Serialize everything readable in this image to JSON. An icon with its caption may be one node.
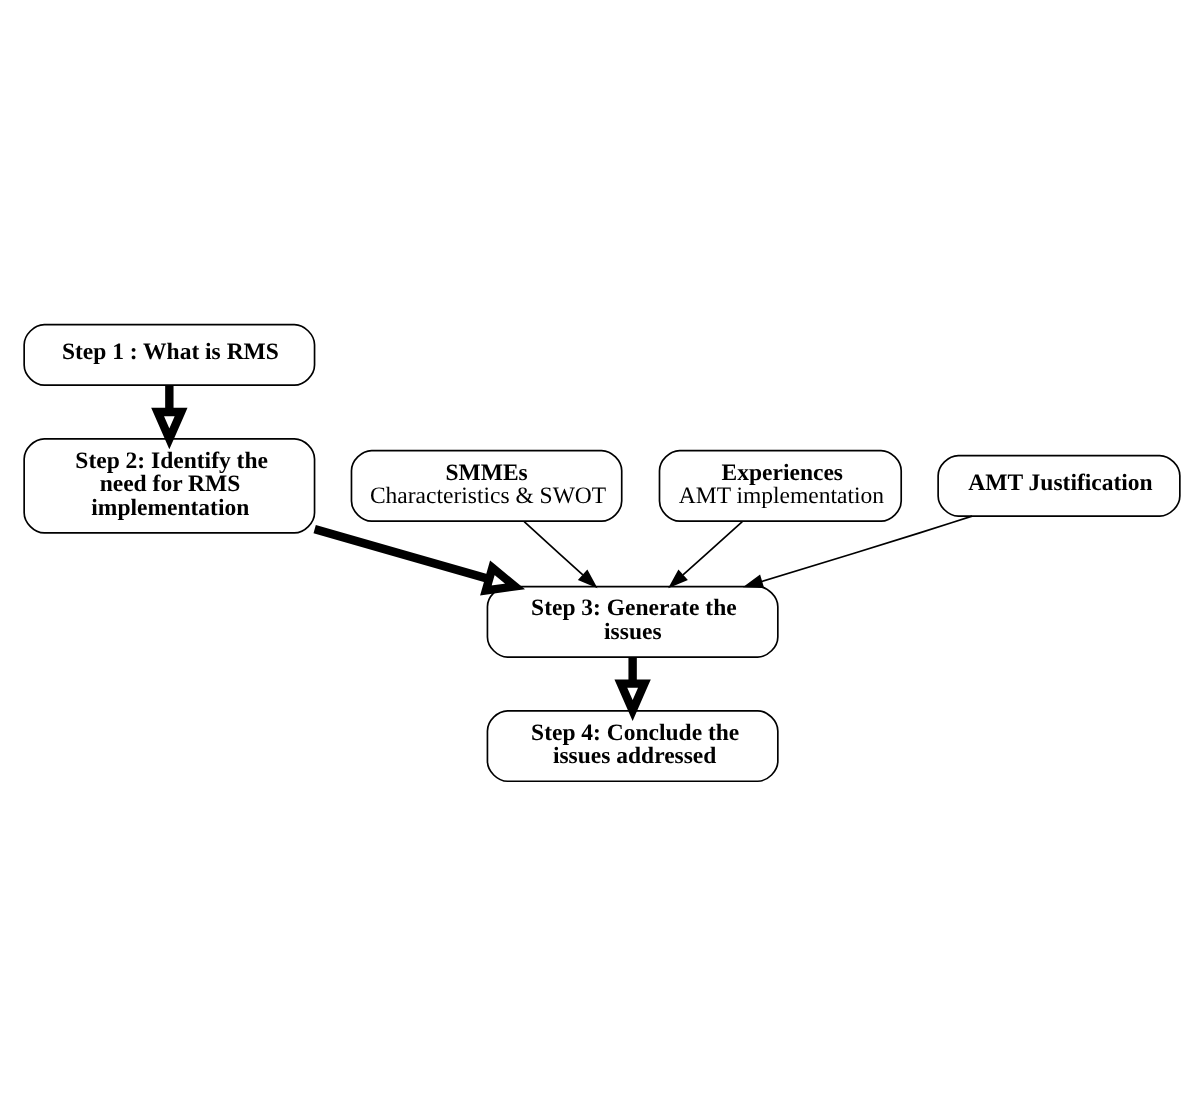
{
  "diagram": {
    "nodes": [
      {
        "text": [
          "Step 1 : What is RMS"
        ]
      },
      {
        "text": [
          "Step 2: Identify the need for RMS implementation"
        ]
      },
      {
        "text": [
          "SMMEs",
          "Characteristics & SWOT"
        ]
      },
      {
        "text": [
          "Experiences",
          "AMT implementation"
        ]
      },
      {
        "text": [
          "Step 3: Generate the issues"
        ]
      },
      {
        "text": [
          "AMT Justification"
        ]
      },
      {
        "text": [
          "Step 4: Conclude the issues addressed"
        ]
      }
    ],
    "edges": [
      {
        "from": 0,
        "to": 1,
        "arrow": "to",
        "style": "thick"
      },
      {
        "from": 1,
        "to": 4,
        "arrow": "to",
        "style": "thick"
      },
      {
        "from": 2,
        "to": 4,
        "arrow": "to"
      },
      {
        "from": 3,
        "to": 4,
        "arrow": "to"
      },
      {
        "from": 5,
        "to": 4,
        "arrow": "to"
      },
      {
        "from": 4,
        "to": 6,
        "arrow": "to",
        "style": "thick"
      }
    ]
  }
}
